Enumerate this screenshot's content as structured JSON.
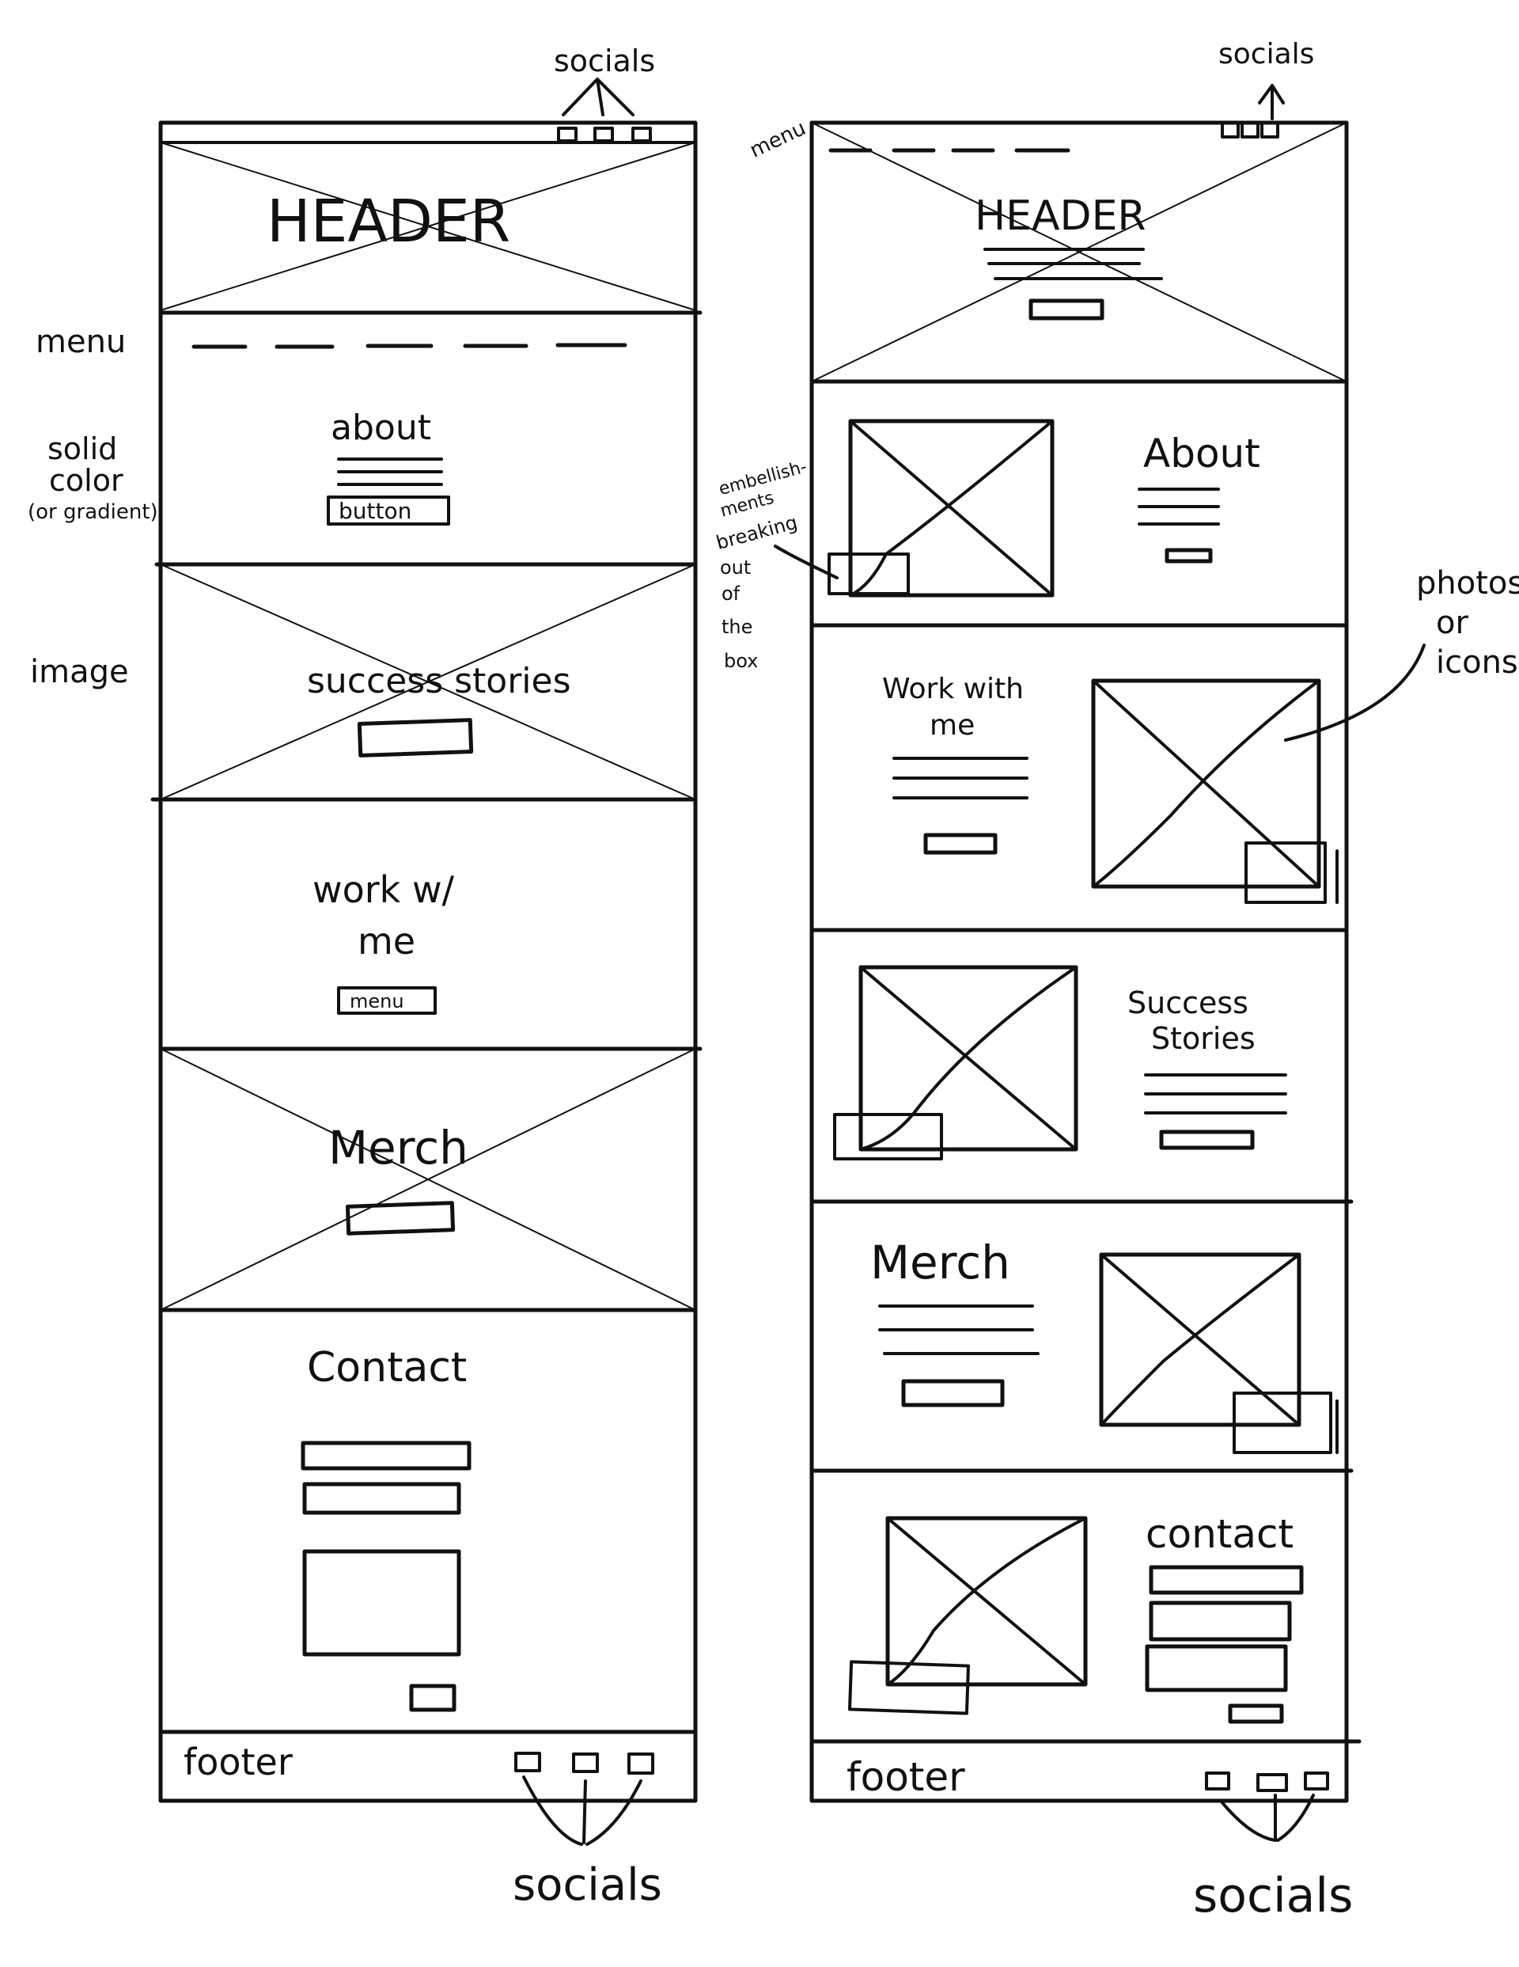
{
  "left_mockup": {
    "socials_top_label": "socials",
    "menu_label": "menu",
    "solid_color_note": [
      "solid",
      "color",
      "(or gradient)"
    ],
    "image_note": "image",
    "header_text": "HEADER",
    "about_text": "about",
    "about_button_text": "button",
    "success_text": "success stories",
    "work_text_line1": "work w/",
    "work_text_line2": "me",
    "work_button_text": "menu",
    "merch_text": "Merch",
    "contact_text": "Contact",
    "footer_text": "footer",
    "socials_bottom_label": "socials"
  },
  "right_mockup": {
    "socials_top_label": "socials",
    "menu_label": "menu",
    "header_text": "HEADER",
    "about_text": "About",
    "embellishments_note": [
      "embellish-",
      "ments",
      "breaking",
      "out",
      "of",
      "the",
      "box"
    ],
    "work_text_line1": "Work with",
    "work_text_line2": "me",
    "photos_note": [
      "photos",
      "or",
      "icons"
    ],
    "success_text_line1": "Success",
    "success_text_line2": "Stories",
    "merch_text": "Merch",
    "contact_text": "contact",
    "footer_text": "footer",
    "socials_bottom_label": "socials"
  }
}
